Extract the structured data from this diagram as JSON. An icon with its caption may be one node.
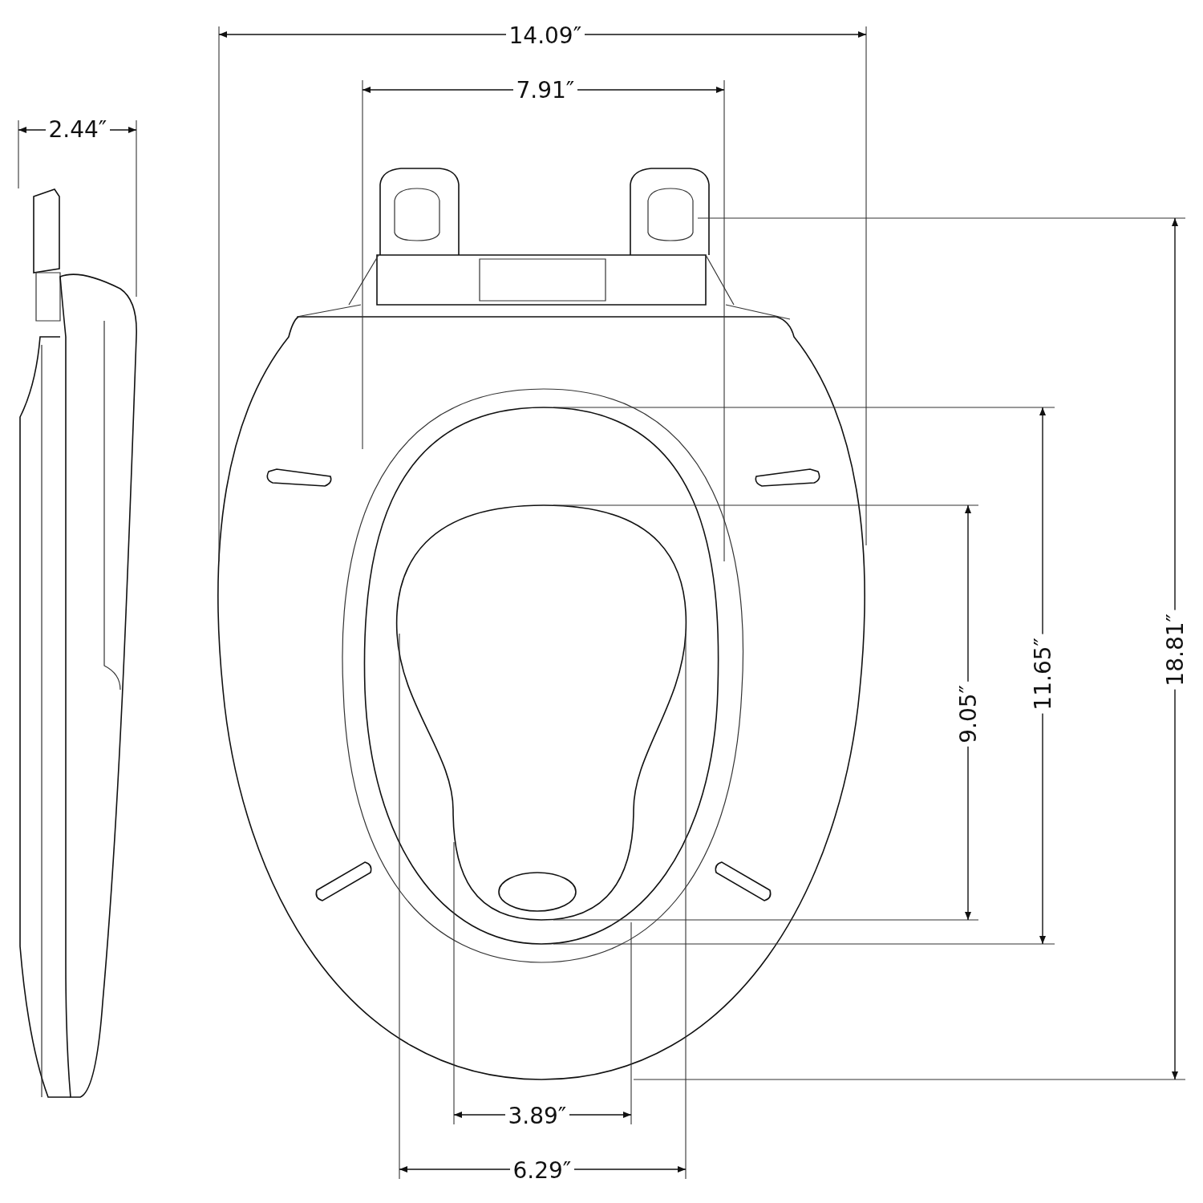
{
  "diagram": {
    "labels": [
      "14.09″",
      "7.91″",
      "2.44″",
      "18.81″",
      "11.65″",
      "9.05″",
      "3.89″",
      "6.29″"
    ]
  }
}
